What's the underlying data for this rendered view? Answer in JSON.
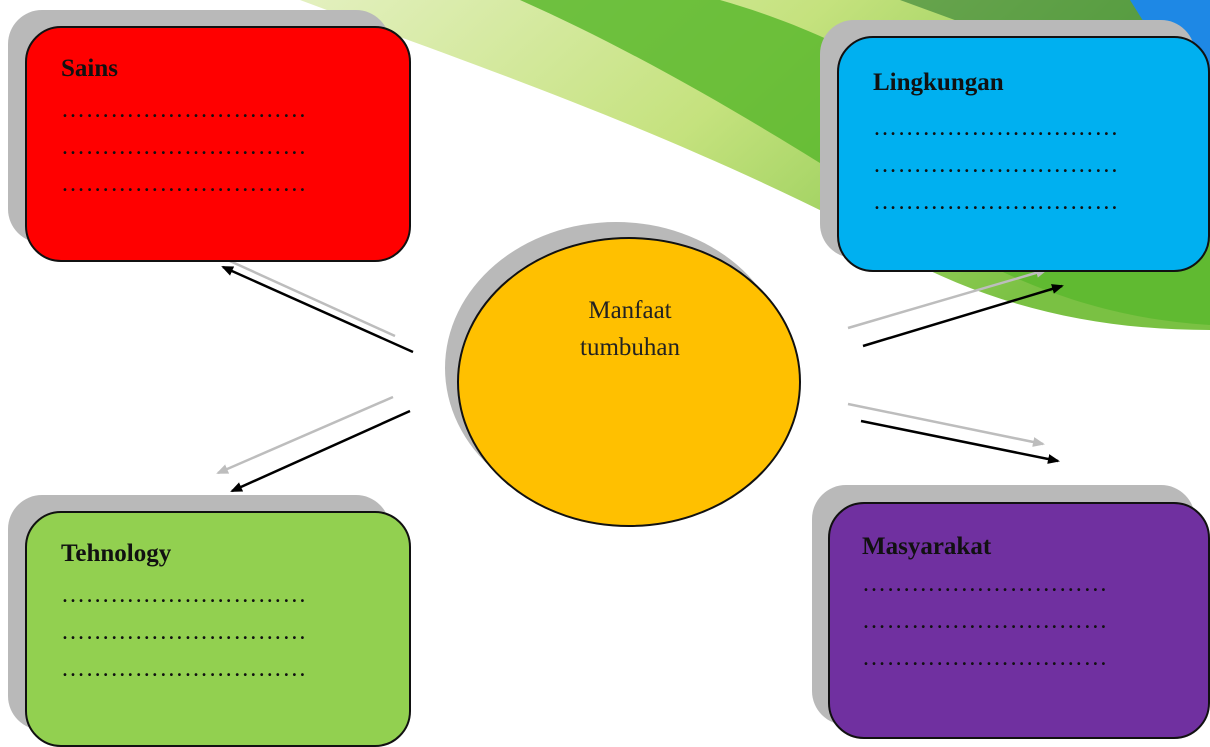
{
  "center": {
    "label_line1": "Manfaat",
    "label_line2": "tumbuhan"
  },
  "boxes": {
    "sains": {
      "title": "Sains",
      "dots": [
        "…………………………",
        "…………………………",
        "…………………………"
      ]
    },
    "lingkungan": {
      "title": "Lingkungan",
      "dots": [
        "…………………………",
        "…………………………",
        "…………………………"
      ]
    },
    "tehnology": {
      "title": "Tehnology",
      "dots": [
        "…………………………",
        "…………………………",
        "…………………………"
      ]
    },
    "masyarakat": {
      "title": "Masyarakat",
      "dots": [
        "…………………………",
        "…………………………",
        "…………………………"
      ]
    }
  },
  "colors": {
    "sains": "#ff0000",
    "lingkungan": "#00b0f0",
    "tehnology": "#92d050",
    "masyarakat": "#7030a0",
    "center": "#ffc000",
    "shadow": "#b9b9b9",
    "swoosh_light": "#c8e38a",
    "swoosh_green": "#5cb82e",
    "swoosh_blue": "#1e88e5"
  }
}
